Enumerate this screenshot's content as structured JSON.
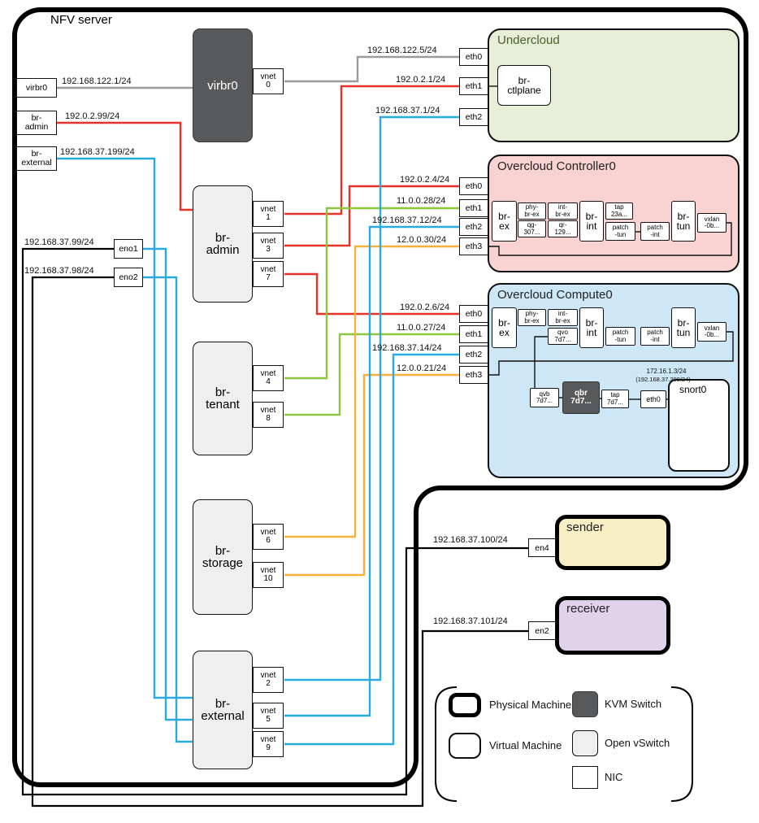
{
  "nfv": {
    "title": "NFV server"
  },
  "left_nics": {
    "virbr0": {
      "label": "virbr0",
      "ip": "192.168.122.1/24"
    },
    "br_admin": {
      "label": "br-\nadmin",
      "ip": "192.0.2.99/24"
    },
    "br_external": {
      "label": "br-\nexternal",
      "ip": "192.168.37.199/24"
    },
    "eno1": {
      "label": "eno1",
      "ip": "192.168.37.99/24"
    },
    "eno2": {
      "label": "eno2",
      "ip": "192.168.37.98/24"
    }
  },
  "switches": {
    "virbr0": {
      "label": "virbr0"
    },
    "br_admin": {
      "label": "br-\nadmin"
    },
    "br_tenant": {
      "label": "br-\ntenant"
    },
    "br_storage": {
      "label": "br-\nstorage"
    },
    "br_external": {
      "label": "br-\nexternal"
    }
  },
  "ports": {
    "vnet0": "vnet\n0",
    "vnet1": "vnet\n1",
    "vnet2": "vnet\n2",
    "vnet3": "vnet\n3",
    "vnet4": "vnet\n4",
    "vnet5": "vnet\n5",
    "vnet6": "vnet\n6",
    "vnet7": "vnet\n7",
    "vnet8": "vnet\n8",
    "vnet9": "vnet\n9",
    "vnet10": "vnet\n10"
  },
  "undercloud": {
    "title": "Undercloud",
    "bridge": "br-\nctlplane",
    "eth0": {
      "label": "eth0",
      "ip": "192.168.122.5/24"
    },
    "eth1": {
      "label": "eth1",
      "ip": "192.0.2.1/24"
    },
    "eth2": {
      "label": "eth2",
      "ip": "192.168.37.1/24"
    }
  },
  "controller": {
    "title": "Overcloud Controller0",
    "eth0": {
      "label": "eth0",
      "ip": "192.0.2.4/24"
    },
    "eth1": {
      "label": "eth1",
      "ip": "11.0.0.28/24"
    },
    "eth2": {
      "label": "eth2",
      "ip": "192.168.37.12/24"
    },
    "eth3": {
      "label": "eth3",
      "ip": "12.0.0.30/24"
    },
    "nodes": {
      "br_ex": "br-\nex",
      "phy_br_ex": "phy-\nbr-ex",
      "qg": "qg-\n307...",
      "int_br_ex": "int-\nbr-ex",
      "qr": "qr-\n129...",
      "br_int": "br-\nint",
      "tap": "tap\n23a...",
      "patch_tun": "patch\n-tun",
      "patch_int": "patch\n-int",
      "br_tun": "br-\ntun",
      "vxlan": "vxlan\n-0b..."
    }
  },
  "compute": {
    "title": "Overcloud Compute0",
    "eth0": {
      "label": "eth0",
      "ip": "192.0.2.6/24"
    },
    "eth1": {
      "label": "eth1",
      "ip": "11.0.0.27/24"
    },
    "eth2": {
      "label": "eth2",
      "ip": "192.168.37.14/24"
    },
    "eth3": {
      "label": "eth3",
      "ip": "12.0.0.21/24"
    },
    "nodes": {
      "br_ex": "br-\nex",
      "phy_br_ex": "phy-\nbr-ex",
      "int_br_ex": "int-\nbr-ex",
      "qvo": "qvo\n7d7...",
      "br_int": "br-\nint",
      "patch_tun": "patch\n-tun",
      "patch_int": "patch\n-int",
      "br_tun": "br-\ntun",
      "vxlan": "vxlan\n-0b...",
      "qvb": "qvb\n7d7...",
      "qbr": "qbr\n7d7...",
      "tap": "tap\n7d7...",
      "eth0s": "eth0"
    },
    "snort": {
      "title": "snort0",
      "ip1": "172.16.1.3/24",
      "ip2": "(192.168.37.200/24)"
    }
  },
  "sender": {
    "title": "sender",
    "nic": "en4",
    "ip": "192.168.37.100/24"
  },
  "receiver": {
    "title": "receiver",
    "nic": "en2",
    "ip": "192.168.37.101/24"
  },
  "legend": {
    "physical": "Physical Machine",
    "kvm": "KVM Switch",
    "virtual": "Virtual Machine",
    "ovs": "Open vSwitch",
    "nic": "NIC"
  },
  "colors": {
    "red": "#e63228",
    "blue": "#29abe2",
    "green": "#8cc63f",
    "yellow": "#fbb03b",
    "gray": "#9b9b9b",
    "kvm_fill": "#58595b",
    "ovs_fill": "#efefef",
    "undercloud_fill": "#e7efd9",
    "controller_fill": "#f9d2d2",
    "compute_fill": "#cde7f7",
    "sender_fill": "#f9efc4",
    "receiver_fill": "#e0d2eb"
  }
}
